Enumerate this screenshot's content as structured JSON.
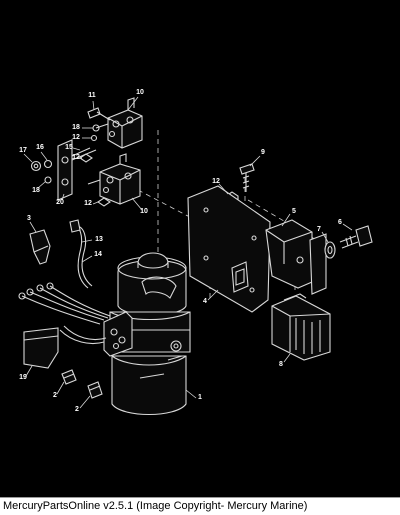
{
  "diagram": {
    "callouts": [
      "1",
      "2",
      "2",
      "3",
      "4",
      "5",
      "6",
      "7",
      "8",
      "9",
      "10",
      "10",
      "11",
      "12",
      "12",
      "12",
      "12",
      "13",
      "14",
      "15",
      "16",
      "17",
      "18",
      "18",
      "19",
      "20"
    ]
  },
  "footer": {
    "text": "MercuryPartsOnline v2.5.1 (Image Copyright- Mercury Marine)"
  }
}
